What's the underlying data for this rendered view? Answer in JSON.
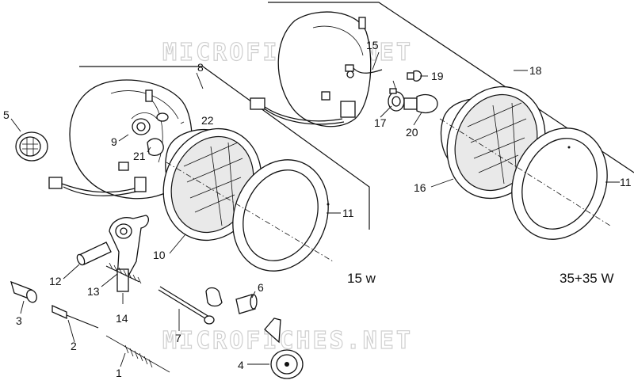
{
  "watermark": {
    "text": "MICROFICHES.NET"
  },
  "labels": {
    "p1": "1",
    "p2": "2",
    "p3": "3",
    "p4": "4",
    "p5": "5",
    "p6": "6",
    "p7": "7",
    "p8": "8",
    "p9": "9",
    "p10": "10",
    "p11a": "11",
    "p11b": "11",
    "p12": "12",
    "p13": "13",
    "p14": "14",
    "p15": "15",
    "p16": "16",
    "p17": "17",
    "p18": "18",
    "p19": "19",
    "p20": "20",
    "p21": "21",
    "p22": "22"
  },
  "captions": {
    "left": "15 w",
    "right": "35+35 W"
  },
  "colors": {
    "ink": "#111111",
    "watermark": "#cfcfcf",
    "background": "#ffffff"
  }
}
